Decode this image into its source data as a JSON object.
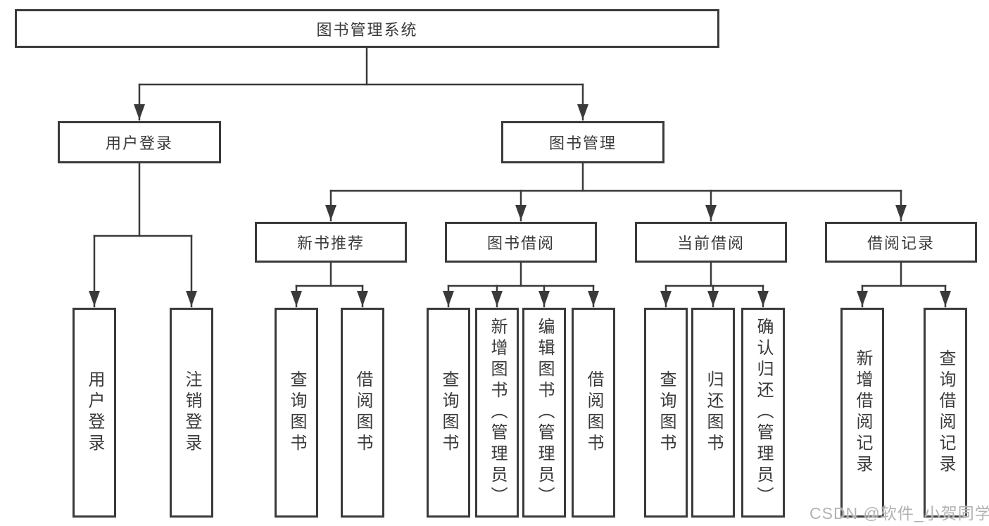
{
  "tree": {
    "root": {
      "label": "图书管理系统"
    },
    "branches": [
      {
        "label": "用户登录",
        "children": [
          {
            "label": "用户登录"
          },
          {
            "label": "注销登录"
          }
        ]
      },
      {
        "label": "图书管理",
        "children": [
          {
            "label": "新书推荐",
            "children": [
              {
                "label": "查询图书"
              },
              {
                "label": "借阅图书"
              }
            ]
          },
          {
            "label": "图书借阅",
            "children": [
              {
                "label": "查询图书"
              },
              {
                "label": "新增图书（管理员）"
              },
              {
                "label": "编辑图书（管理员）"
              },
              {
                "label": "借阅图书"
              }
            ]
          },
          {
            "label": "当前借阅",
            "children": [
              {
                "label": "查询图书"
              },
              {
                "label": "归还图书"
              },
              {
                "label": "确认归还（管理员）"
              }
            ]
          },
          {
            "label": "借阅记录",
            "children": [
              {
                "label": "新增借阅记录"
              },
              {
                "label": "查询借阅记录"
              }
            ]
          }
        ]
      }
    ]
  },
  "watermark": "CSDN @软件_小贺同学",
  "colors": {
    "line": "#3a3a3a",
    "text": "#3a3a3a",
    "background": "#ffffff",
    "watermark": "#b2b2b2"
  }
}
